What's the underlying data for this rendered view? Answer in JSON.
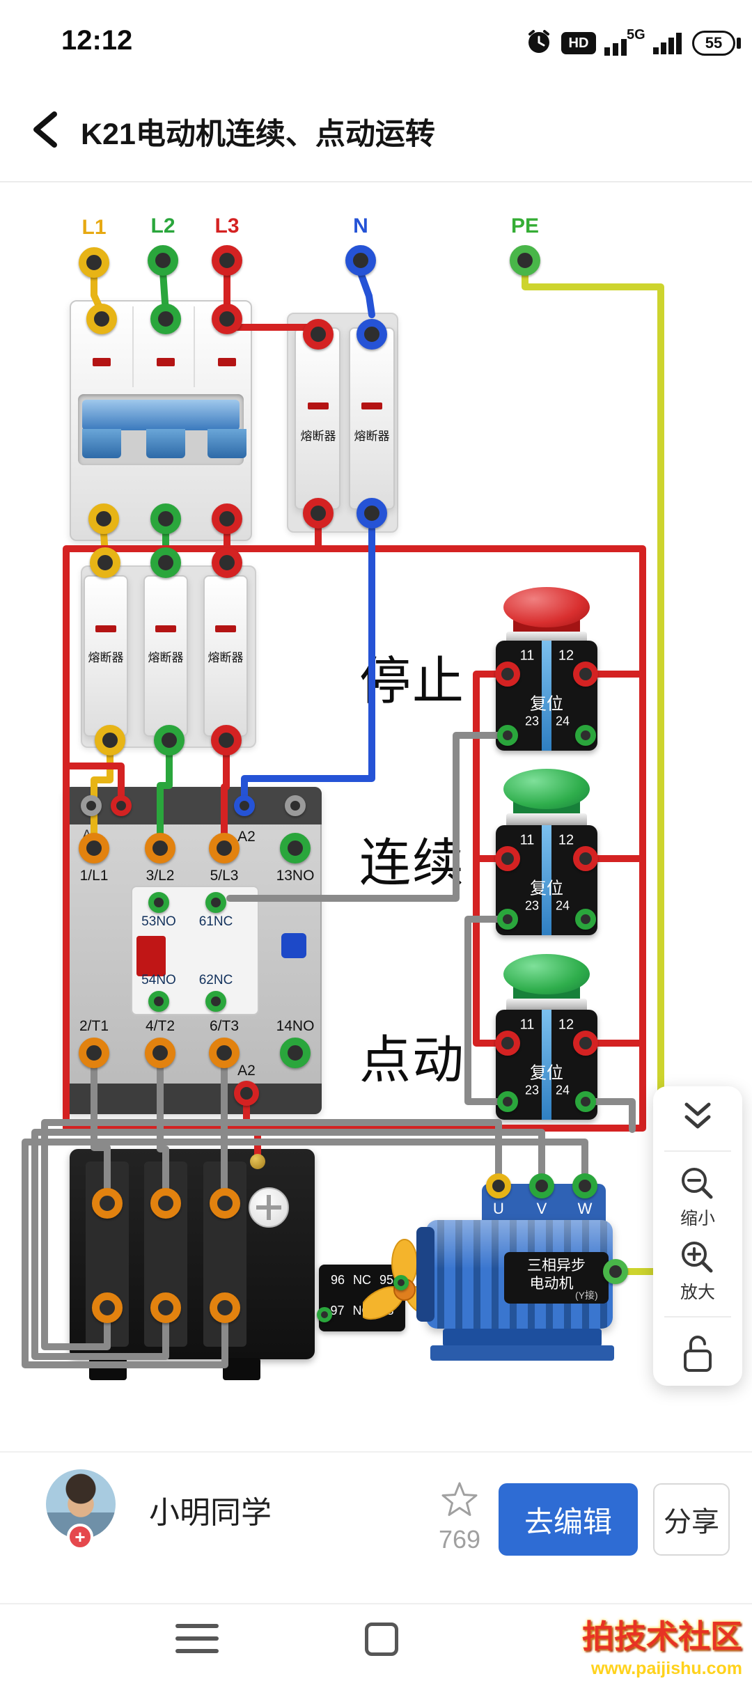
{
  "status_bar": {
    "time": "12:12",
    "hd_badge": "HD",
    "network": "5G",
    "battery_percent": "55"
  },
  "header": {
    "title": "K21电动机连续、点动运转"
  },
  "diagram": {
    "source_terminals": [
      {
        "label": "L1",
        "color": "#e7b416"
      },
      {
        "label": "L2",
        "color": "#2aa63c"
      },
      {
        "label": "L3",
        "color": "#d42222"
      },
      {
        "label": "N",
        "color": "#2553d6"
      },
      {
        "label": "PE",
        "color": "#3db23d"
      }
    ],
    "fuse_label": "熔断器",
    "contactor": {
      "a1_label": "A1",
      "a2_top_label": "A2",
      "a2_bottom_label": "A2",
      "main_top_labels": [
        "1/L1",
        "3/L2",
        "5/L3",
        "13NO"
      ],
      "aux_top_labels": [
        "53NO",
        "61NC"
      ],
      "aux_bottom_labels": [
        "54NO",
        "62NC"
      ],
      "main_bottom_labels": [
        "2/T1",
        "4/T2",
        "6/T3",
        "14NO"
      ]
    },
    "push_buttons": [
      {
        "name": "停止",
        "cap_color": "#d92f2f",
        "terminal_left": "11",
        "terminal_right": "12",
        "reset_label": "复位",
        "bottom_left": "23",
        "bottom_right": "24"
      },
      {
        "name": "连续",
        "cap_color": "#2fae4c",
        "terminal_left": "11",
        "terminal_right": "12",
        "reset_label": "复位",
        "bottom_left": "23",
        "bottom_right": "24"
      },
      {
        "name": "点动",
        "cap_color": "#2fae4c",
        "terminal_left": "11",
        "terminal_right": "12",
        "reset_label": "复位",
        "bottom_left": "23",
        "bottom_right": "24"
      }
    ],
    "overload_relay": {
      "row1": [
        "96",
        "NC",
        "95"
      ],
      "row2": [
        "97",
        "NO",
        "98"
      ]
    },
    "motor": {
      "terminal_labels": [
        "U",
        "V",
        "W"
      ],
      "plate_line1": "三相异步",
      "plate_line2": "电动机",
      "plate_sub": "(Y接)"
    },
    "wire_colors": {
      "phase_l1": "#e7b416",
      "phase_l2": "#2aa63c",
      "phase_l3": "#d42222",
      "neutral": "#2553d6",
      "control": "#d42222",
      "protective_earth": "#cdd42e",
      "load": "#8a8a8a"
    }
  },
  "zoom_panel": {
    "zoom_out_label": "缩小",
    "zoom_in_label": "放大"
  },
  "footer": {
    "username": "小明同学",
    "star_count": "769",
    "edit_button": "去编辑",
    "share_button": "分享",
    "follow_plus": "+"
  },
  "watermark": {
    "title": "拍技术社区",
    "url": "www.paijishu.com"
  }
}
